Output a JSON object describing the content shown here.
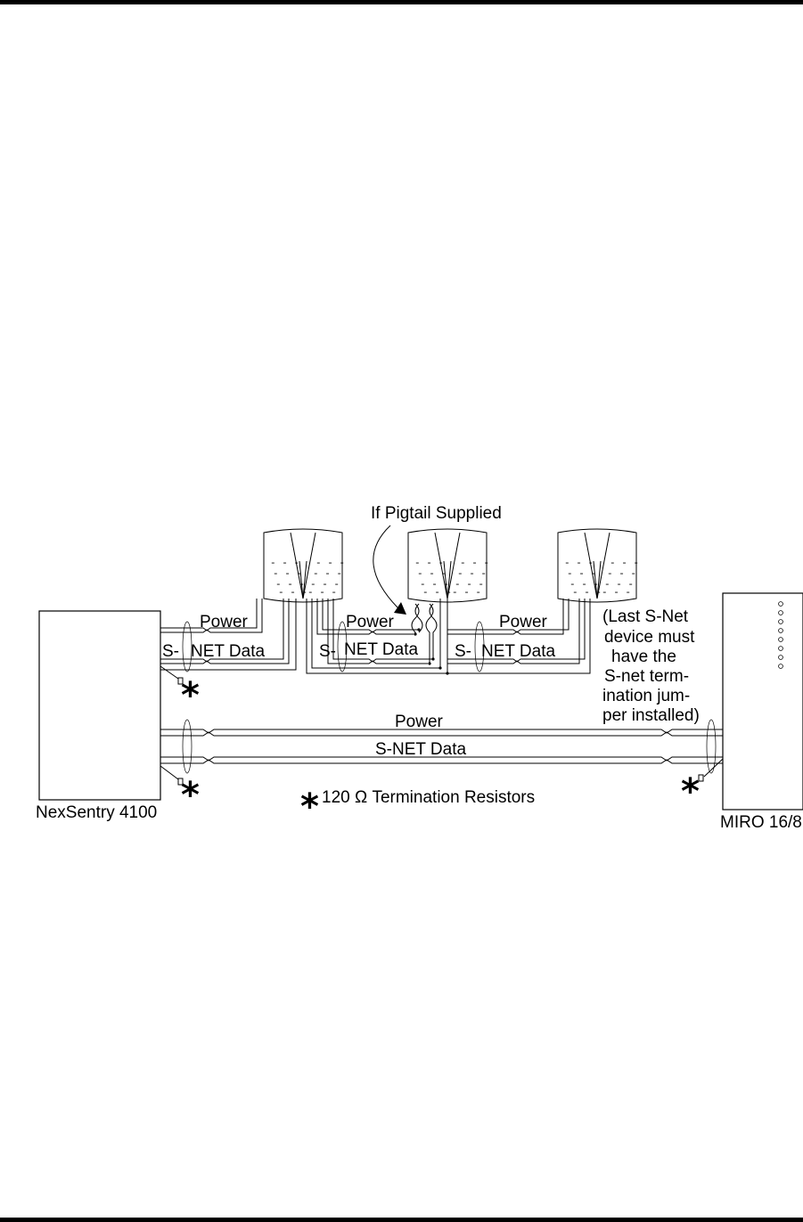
{
  "labels": {
    "pigtail": "If Pigtail Supplied",
    "power_1": "Power",
    "power_2": "Power",
    "power_3": "Power",
    "snet_s_1": "S-",
    "snet_data_1": "NET Data",
    "snet_s_2": "S-",
    "snet_data_2": "NET Data",
    "snet_s_3": "S-",
    "snet_data_3": "NET Data",
    "note_line1": "(Last S-Net",
    "note_line2": "device must",
    "note_line3": "have the",
    "note_line4": "S-net term-",
    "note_line5": "ination jum-",
    "note_line6": "per installed)",
    "main_power": "Power",
    "main_snet": "S-NET Data",
    "legend_star": "*",
    "legend_text": "120 Ω Termination Resistors",
    "star_top": "*",
    "star_left": "*",
    "star_right": "*",
    "nexsentry": "NexSentry 4100",
    "miro": "MIRO 16/8",
    "reader_dashes": "- - -"
  }
}
